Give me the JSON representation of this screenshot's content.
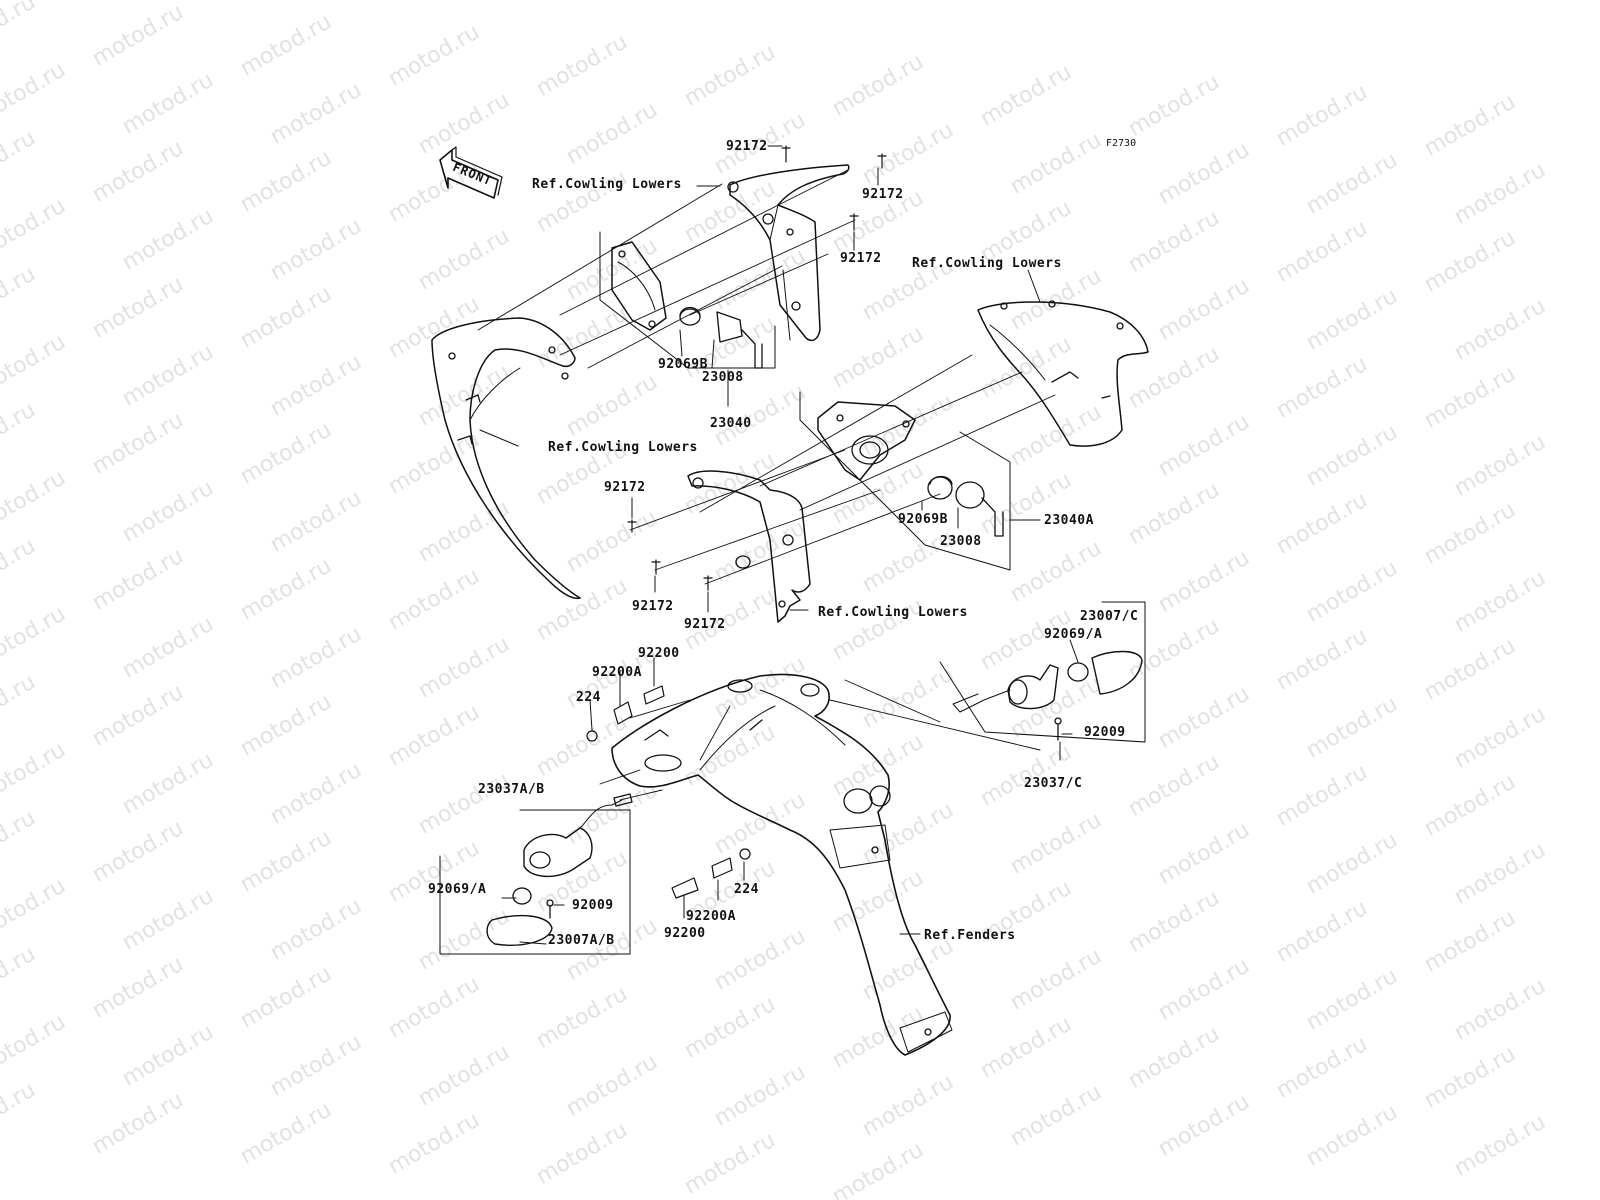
{
  "watermark": {
    "text": "motod.ru"
  },
  "diagram_code": "F2730",
  "front_marker": "FRONT",
  "labels": {
    "ref_cowling_1": "Ref.Cowling Lowers",
    "ref_cowling_2": "Ref.Cowling Lowers",
    "ref_cowling_3": "Ref.Cowling Lowers",
    "ref_cowling_4": "Ref.Cowling Lowers",
    "ref_fenders": "Ref.Fenders",
    "p92172_a": "92172",
    "p92172_b": "92172",
    "p92172_c": "92172",
    "p92172_d": "92172",
    "p92172_e": "92172",
    "p92172_f": "92172",
    "p92069b_a": "92069B",
    "p23008_a": "23008",
    "p23040": "23040",
    "p92069b_b": "92069B",
    "p23008_b": "23008",
    "p23040a": "23040A",
    "p92200_a": "92200",
    "p92200a_a": "92200A",
    "p224_a": "224",
    "p23007c": "23007/C",
    "p92069a_a": "92069/A",
    "p92009_a": "92009",
    "p23037c": "23037/C",
    "p23037ab": "23037A/B",
    "p92069a_b": "92069/A",
    "p92009_b": "92009",
    "p23007ab": "23007A/B",
    "p224_b": "224",
    "p92200a_b": "92200A",
    "p92200_b": "92200"
  }
}
